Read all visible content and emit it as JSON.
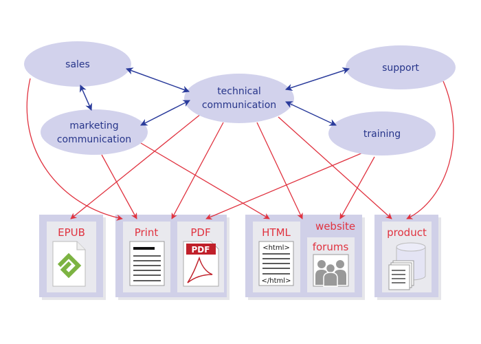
{
  "colors": {
    "ellipse": "#d2d2ec",
    "box": "#d0d0e8",
    "panel": "#e9e9ee",
    "blue_arrow": "#2a3b9b",
    "red_arrow": "#e0323f",
    "label_red": "#e0323f",
    "label_blue": "#27358a"
  },
  "nodes": {
    "sales": "sales",
    "support": "support",
    "technical_line1": "technical",
    "technical_line2": "communication",
    "marketing_line1": "marketing",
    "marketing_line2": "communication",
    "training": "training"
  },
  "outputs": {
    "epub": "EPUB",
    "print": "Print",
    "pdf": "PDF",
    "pdf_icon_label": "PDF",
    "html": "HTML",
    "html_open_tag": "<html>",
    "html_close_tag": "</html>",
    "website": "website",
    "forums": "forums",
    "product": "product"
  }
}
